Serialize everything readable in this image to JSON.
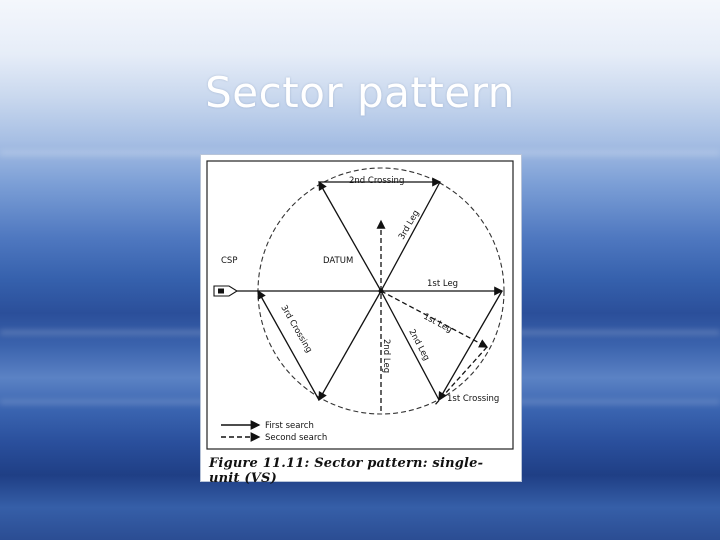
{
  "slide": {
    "title": "Sector pattern"
  },
  "figure": {
    "caption": "Figure 11.11: Sector pattern: single-unit (VS)",
    "labels": {
      "csp": "CSP",
      "datum": "DATUM",
      "second_crossing": "2nd Crossing",
      "third_leg": "3rd Leg",
      "first_leg": "1st Leg",
      "first_leg_second": "1st Leg",
      "third_crossing": "3rd Crossing",
      "second_leg": "2nd Leg",
      "second_leg_second": "2nd Leg",
      "first_crossing": "1st Crossing"
    },
    "legend": {
      "first_search": "First search",
      "second_search": "Second search"
    }
  }
}
